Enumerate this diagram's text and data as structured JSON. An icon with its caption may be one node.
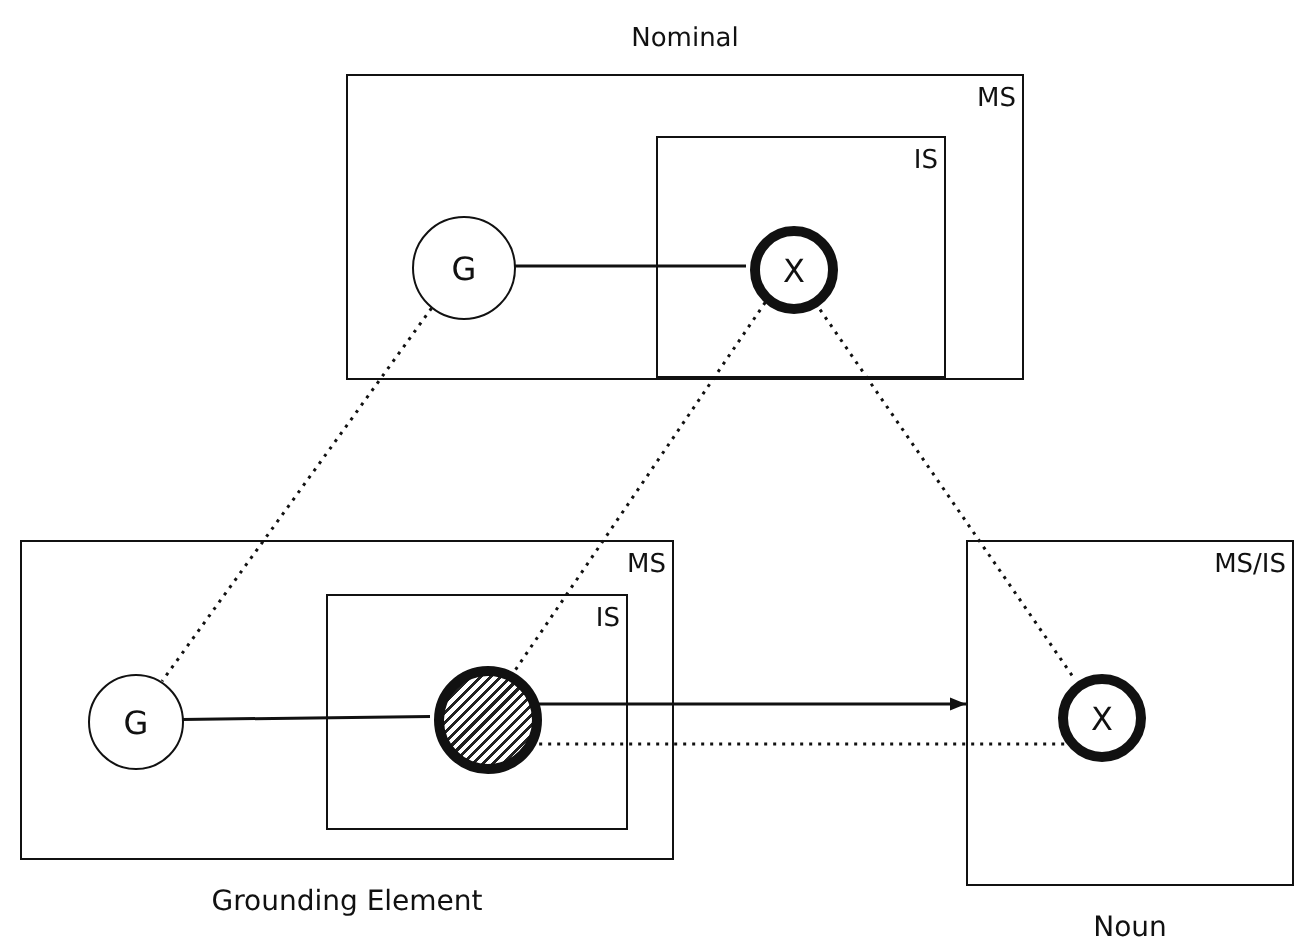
{
  "diagram": {
    "nodes": [
      {
        "text": [
          "Nominal",
          "MS"
        ]
      },
      {
        "text": [
          "IS"
        ],
        "in": 0
      },
      {
        "text": [
          "G"
        ],
        "in": 0
      },
      {
        "text": [
          "X"
        ],
        "in": 1
      },
      {
        "text": [
          "MS",
          "Grounding Element"
        ]
      },
      {
        "text": [
          "IS"
        ],
        "in": 4
      },
      {
        "text": [
          "G"
        ],
        "in": 4
      },
      {
        "text": [],
        "shape": "circle",
        "in": 5
      },
      {
        "text": [
          "MS/IS",
          "Noun"
        ]
      },
      {
        "text": [
          "X"
        ],
        "in": 8
      }
    ],
    "edges": [
      {
        "from": 2,
        "to": 3,
        "arrow": "none"
      },
      {
        "from": 6,
        "to": 7,
        "arrow": "none"
      },
      {
        "from": 7,
        "to": 8,
        "arrow": "to"
      },
      {
        "from": 2,
        "to": 6,
        "arrow": "none",
        "style": "dashed"
      },
      {
        "from": 3,
        "to": 7,
        "arrow": "none",
        "style": "dashed"
      },
      {
        "from": 3,
        "to": 9,
        "arrow": "none",
        "style": "dashed"
      },
      {
        "from": 7,
        "to": 9,
        "arrow": "none",
        "style": "dashed"
      }
    ]
  }
}
